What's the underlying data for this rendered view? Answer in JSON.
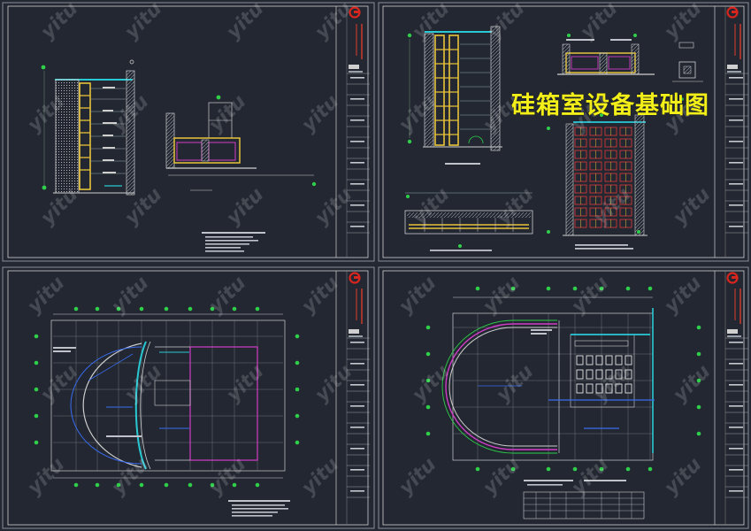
{
  "overlay_title": "硅箱室设备基础图",
  "watermark_text": "yitu",
  "colors": {
    "background": "#232833",
    "sheet_bg": "#1f242e",
    "border": "#c8c8c8",
    "title_yellow": "#f2ee1a",
    "logo_red": "#d8261f",
    "cyan": "#29c9d4",
    "magenta": "#d23cc8",
    "green": "#2fcf4a",
    "blue": "#3a6cf0",
    "gold": "#e8c33a",
    "red": "#e03b3b"
  },
  "sheets": [
    {
      "id": "top-left",
      "content": "elevation-section"
    },
    {
      "id": "top-right",
      "content": "foundation-details"
    },
    {
      "id": "bottom-left",
      "content": "semicircle-plan"
    },
    {
      "id": "bottom-right",
      "content": "semicircle-plan-2"
    }
  ]
}
